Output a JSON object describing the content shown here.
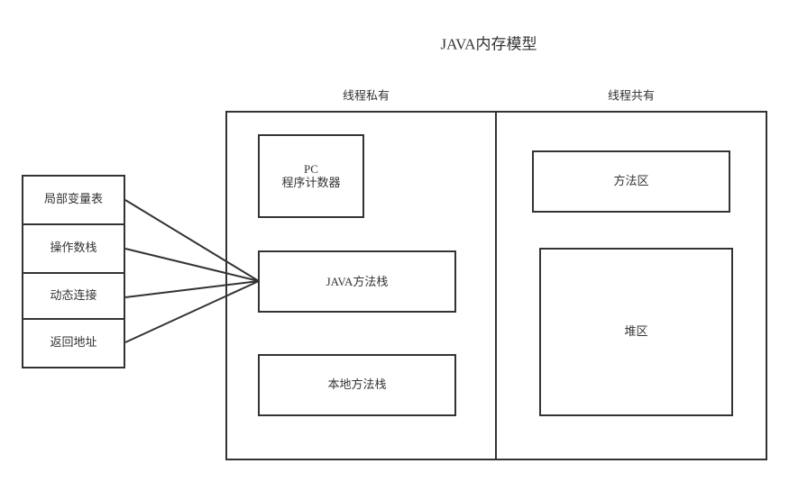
{
  "diagram": {
    "title": "JAVA内存模型",
    "private_region": {
      "label": "线程私有",
      "pc_counter": {
        "line1": "PC",
        "line2": "程序计数器"
      },
      "java_stack": "JAVA方法栈",
      "native_stack": "本地方法栈"
    },
    "shared_region": {
      "label": "线程共有",
      "method_area": "方法区",
      "heap": "堆区"
    },
    "stack_frame": {
      "cells": [
        "局部变量表",
        "操作数栈",
        "动态连接",
        "返回地址"
      ]
    },
    "colors": {
      "stroke": "#333333",
      "background": "#ffffff"
    }
  }
}
